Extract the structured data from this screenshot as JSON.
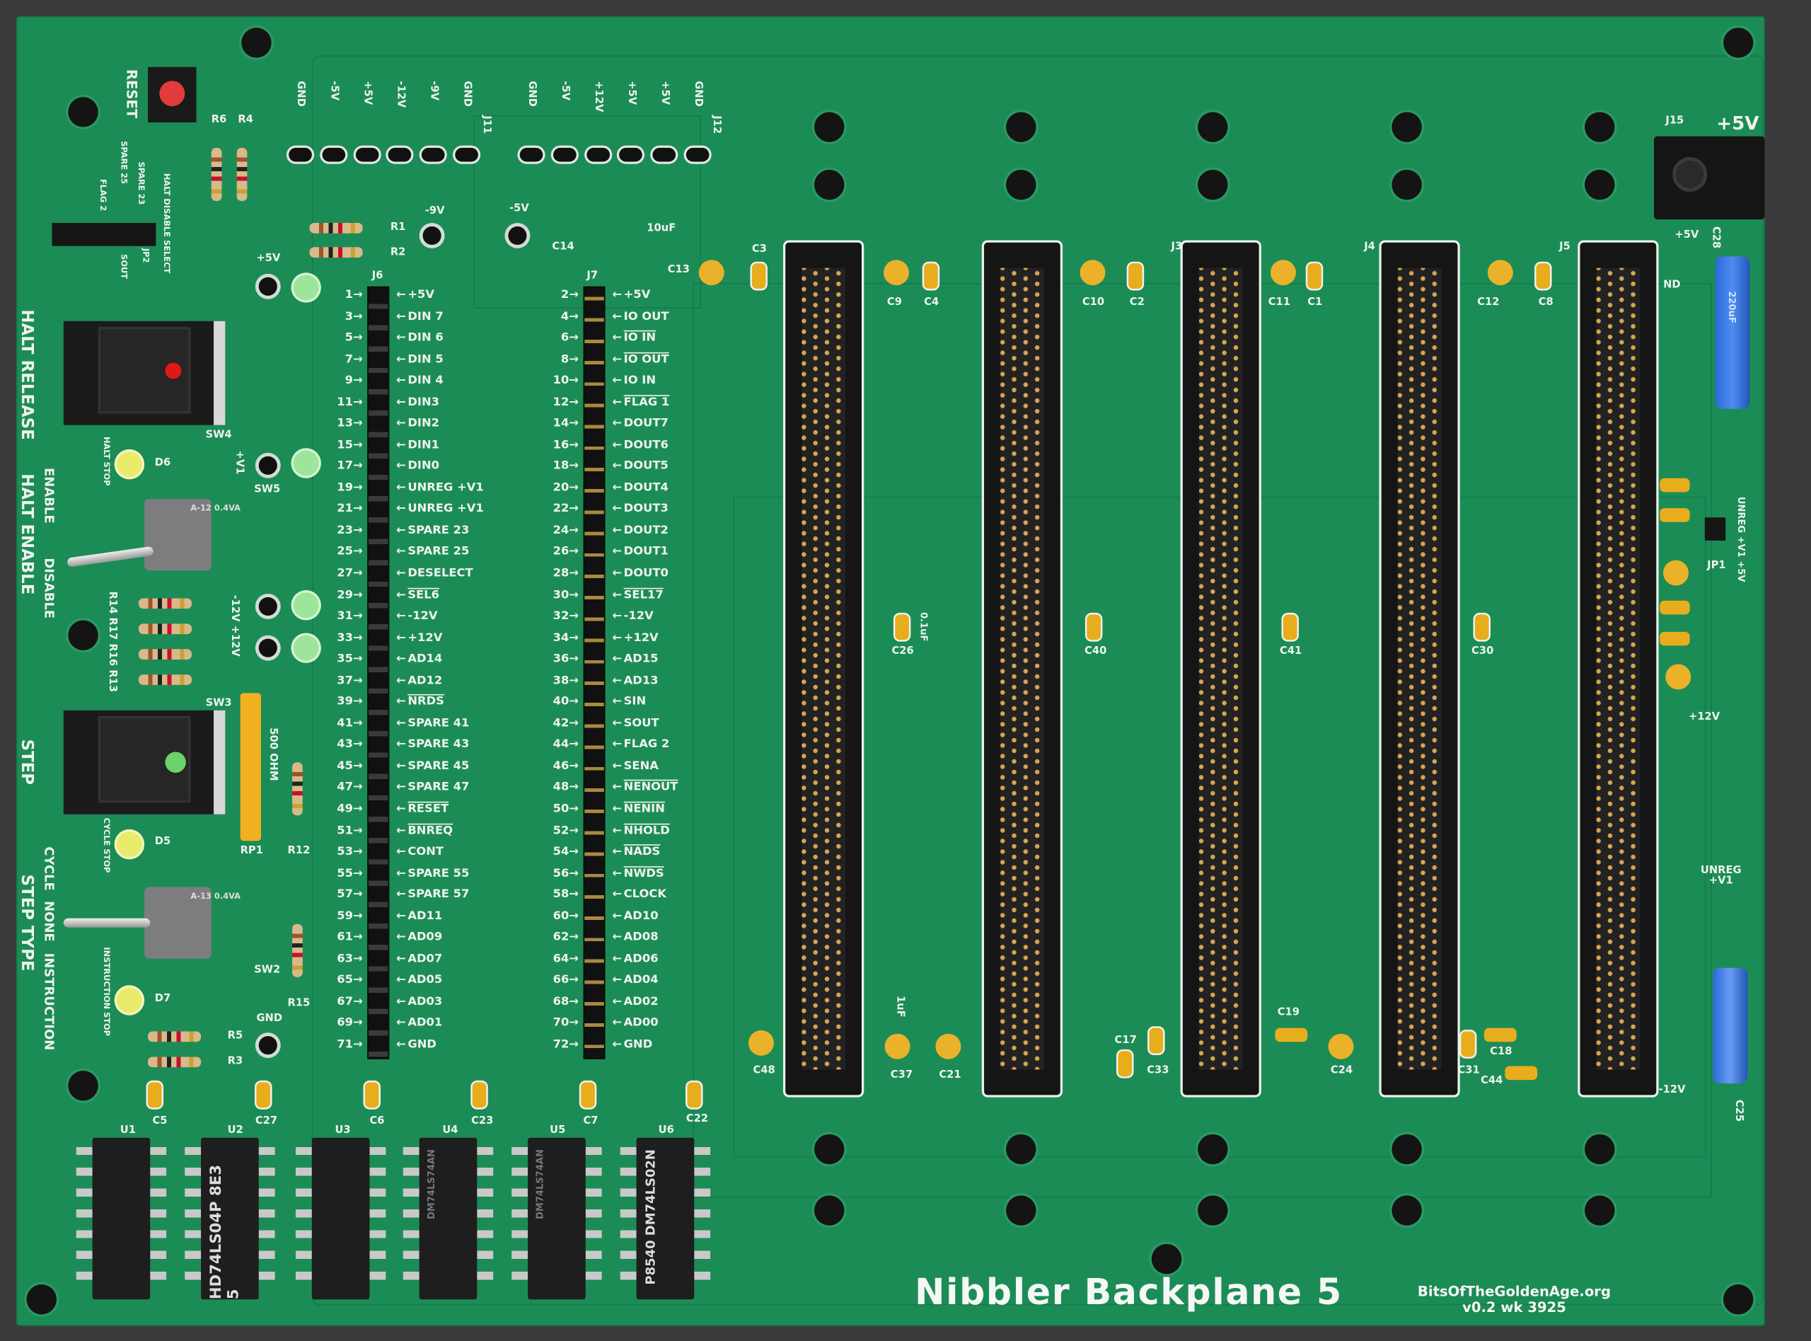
{
  "board": {
    "title": "Nibbler Backplane 5",
    "website": "BitsOfTheGoldenAge.org",
    "version": "v0.2 wk 3925",
    "colors": {
      "pcb": "#1c8c56",
      "silkscreen": "#eef3ee",
      "background": "#3a3a3c",
      "tantalum": "#e8ad1c"
    }
  },
  "panel_labels": {
    "halt_release": "HALT RELEASE",
    "halt_enable": "HALT ENABLE",
    "enable": "ENABLE",
    "disable": "DISABLE",
    "step": "STEP",
    "step_type": "STEP TYPE",
    "cycle": "CYCLE",
    "none": "NONE",
    "instruction": "INSTRUCTION",
    "reset": "RESET",
    "halt_stop": "HALT STOP",
    "cycle_stop": "CYCLE STOP",
    "instruction_stop": "INSTRUCTION STOP",
    "halt_disable_select": "HALT DISABLE SELECT",
    "spare23": "SPARE 23",
    "spare25": "SPARE 25",
    "flag2": "FLAG 2",
    "sout": "SOUT",
    "jp2": "JP2"
  },
  "power_j11": {
    "ref": "J11",
    "pins": [
      "GND",
      "-5V",
      "+5V",
      "-12V",
      "-9V",
      "GND"
    ]
  },
  "power_j12": {
    "ref": "J12",
    "pins": [
      "GND",
      "-5V",
      "+12V",
      "+5V",
      "+5V",
      "GND"
    ]
  },
  "refs": {
    "r6": "R6",
    "r4": "R4",
    "r1": "R1",
    "r2": "R2",
    "m9v": "-9V",
    "m5v": "-5V",
    "c14": "C14",
    "c10uf": "10uF",
    "c3": "C3",
    "c13": "C13",
    "c9": "C9",
    "c4": "C4",
    "c10": "C10",
    "c2": "C2",
    "j3": "J3",
    "c11": "C11",
    "c1": "C1",
    "j4": "J4",
    "c12": "C12",
    "c8": "C8",
    "j5": "J5",
    "j15": "J15",
    "p5v_big": "+5V",
    "p5v_c28": "+5V",
    "c28": "C28",
    "j6": "J6",
    "j7": "J7",
    "p5v_left": "+5V",
    "sw4": "SW4",
    "d6": "D6",
    "sw5": "SW5",
    "pv1": "+V1",
    "c26": "C26",
    "c01uf": "0.1uF",
    "c40": "C40",
    "c41": "C41",
    "c30": "C30",
    "jp1": "JP1",
    "unreg_v1_5v": "UNREG +V1 +5V",
    "p12v": "+12V",
    "unreg_v1": "UNREG +V1",
    "m12v": "-12V",
    "c25": "C25",
    "c48": "C48",
    "c37": "C37",
    "c1uf": "1uF",
    "c21": "C21",
    "c17": "C17",
    "c33": "C33",
    "c19": "C19",
    "c24": "C24",
    "c31": "C31",
    "c18": "C18",
    "c44": "C44",
    "rp1": "RP1",
    "ohm500": "500 OHM",
    "r12": "R12",
    "sw3": "SW3",
    "d5": "D5",
    "sw2": "SW2",
    "r15": "R15",
    "d7": "D7",
    "gnd": "GND",
    "r5": "R5",
    "r3": "R3",
    "c5": "C5",
    "c27": "C27",
    "c6": "C6",
    "c23": "C23",
    "c7": "C7",
    "c22": "C22",
    "u1": "U1",
    "u2": "U2",
    "u3": "U3",
    "u4": "U4",
    "u5": "U5",
    "u6": "U6",
    "r14_13": "R14 R17 R16 R13",
    "m12_p12": "-12V +12V",
    "nd": "ND",
    "toggle1": "A-12 0.4VA",
    "toggle2": "A-13 0.4VA"
  },
  "chips": {
    "u2": "HD74LS04P 8E3 5",
    "u4": "DM74LS74AN",
    "u5": "DM74LS74AN",
    "u6": "P8540 DM74LS02N",
    "c28_marking": "220uF"
  },
  "j6_pins": [
    {
      "n": "1",
      "label": "+5V"
    },
    {
      "n": "3",
      "label": "DIN 7"
    },
    {
      "n": "5",
      "label": "DIN 6"
    },
    {
      "n": "7",
      "label": "DIN 5"
    },
    {
      "n": "9",
      "label": "DIN 4"
    },
    {
      "n": "11",
      "label": "DIN3"
    },
    {
      "n": "13",
      "label": "DIN2"
    },
    {
      "n": "15",
      "label": "DIN1"
    },
    {
      "n": "17",
      "label": "DIN0"
    },
    {
      "n": "19",
      "label": "UNREG +V1"
    },
    {
      "n": "21",
      "label": "UNREG +V1"
    },
    {
      "n": "23",
      "label": "SPARE 23"
    },
    {
      "n": "25",
      "label": "SPARE 25"
    },
    {
      "n": "27",
      "label": "DESELECT"
    },
    {
      "n": "29",
      "label": "SEL6",
      "bar": true
    },
    {
      "n": "31",
      "label": "-12V"
    },
    {
      "n": "33",
      "label": "+12V"
    },
    {
      "n": "35",
      "label": "AD14"
    },
    {
      "n": "37",
      "label": "AD12"
    },
    {
      "n": "39",
      "label": "NRDS",
      "bar": true
    },
    {
      "n": "41",
      "label": "SPARE 41"
    },
    {
      "n": "43",
      "label": "SPARE 43"
    },
    {
      "n": "45",
      "label": "SPARE 45"
    },
    {
      "n": "47",
      "label": "SPARE 47"
    },
    {
      "n": "49",
      "label": "RESET",
      "bar": true
    },
    {
      "n": "51",
      "label": "BNREQ",
      "bar": true
    },
    {
      "n": "53",
      "label": "CONT"
    },
    {
      "n": "55",
      "label": "SPARE 55"
    },
    {
      "n": "57",
      "label": "SPARE 57"
    },
    {
      "n": "59",
      "label": "AD11"
    },
    {
      "n": "61",
      "label": "AD09"
    },
    {
      "n": "63",
      "label": "AD07"
    },
    {
      "n": "65",
      "label": "AD05"
    },
    {
      "n": "67",
      "label": "AD03"
    },
    {
      "n": "69",
      "label": "AD01"
    },
    {
      "n": "71",
      "label": "GND"
    }
  ],
  "j7_pins": [
    {
      "n": "2",
      "label": "+5V"
    },
    {
      "n": "4",
      "label": "IO OUT"
    },
    {
      "n": "6",
      "label": "IO IN",
      "bar": true
    },
    {
      "n": "8",
      "label": "IO OUT",
      "bar": true
    },
    {
      "n": "10",
      "label": "IO IN"
    },
    {
      "n": "12",
      "label": "FLAG 1",
      "bar": true
    },
    {
      "n": "14",
      "label": "DOUT7"
    },
    {
      "n": "16",
      "label": "DOUT6"
    },
    {
      "n": "18",
      "label": "DOUT5"
    },
    {
      "n": "20",
      "label": "DOUT4"
    },
    {
      "n": "22",
      "label": "DOUT3"
    },
    {
      "n": "24",
      "label": "DOUT2"
    },
    {
      "n": "26",
      "label": "DOUT1"
    },
    {
      "n": "28",
      "label": "DOUT0"
    },
    {
      "n": "30",
      "label": "SEL17",
      "bar": true
    },
    {
      "n": "32",
      "label": "-12V"
    },
    {
      "n": "34",
      "label": "+12V"
    },
    {
      "n": "36",
      "label": "AD15"
    },
    {
      "n": "38",
      "label": "AD13"
    },
    {
      "n": "40",
      "label": "SIN"
    },
    {
      "n": "42",
      "label": "SOUT"
    },
    {
      "n": "44",
      "label": "FLAG 2"
    },
    {
      "n": "46",
      "label": "SENA"
    },
    {
      "n": "48",
      "label": "NENOUT",
      "bar": true
    },
    {
      "n": "50",
      "label": "NENIN",
      "bar": true
    },
    {
      "n": "52",
      "label": "NHOLD",
      "bar": true
    },
    {
      "n": "54",
      "label": "NADS",
      "bar": true
    },
    {
      "n": "56",
      "label": "NWDS",
      "bar": true
    },
    {
      "n": "58",
      "label": "CLOCK"
    },
    {
      "n": "60",
      "label": "AD10"
    },
    {
      "n": "62",
      "label": "AD08"
    },
    {
      "n": "64",
      "label": "AD06"
    },
    {
      "n": "66",
      "label": "AD04"
    },
    {
      "n": "68",
      "label": "AD02"
    },
    {
      "n": "70",
      "label": "AD00"
    },
    {
      "n": "72",
      "label": "GND"
    }
  ]
}
